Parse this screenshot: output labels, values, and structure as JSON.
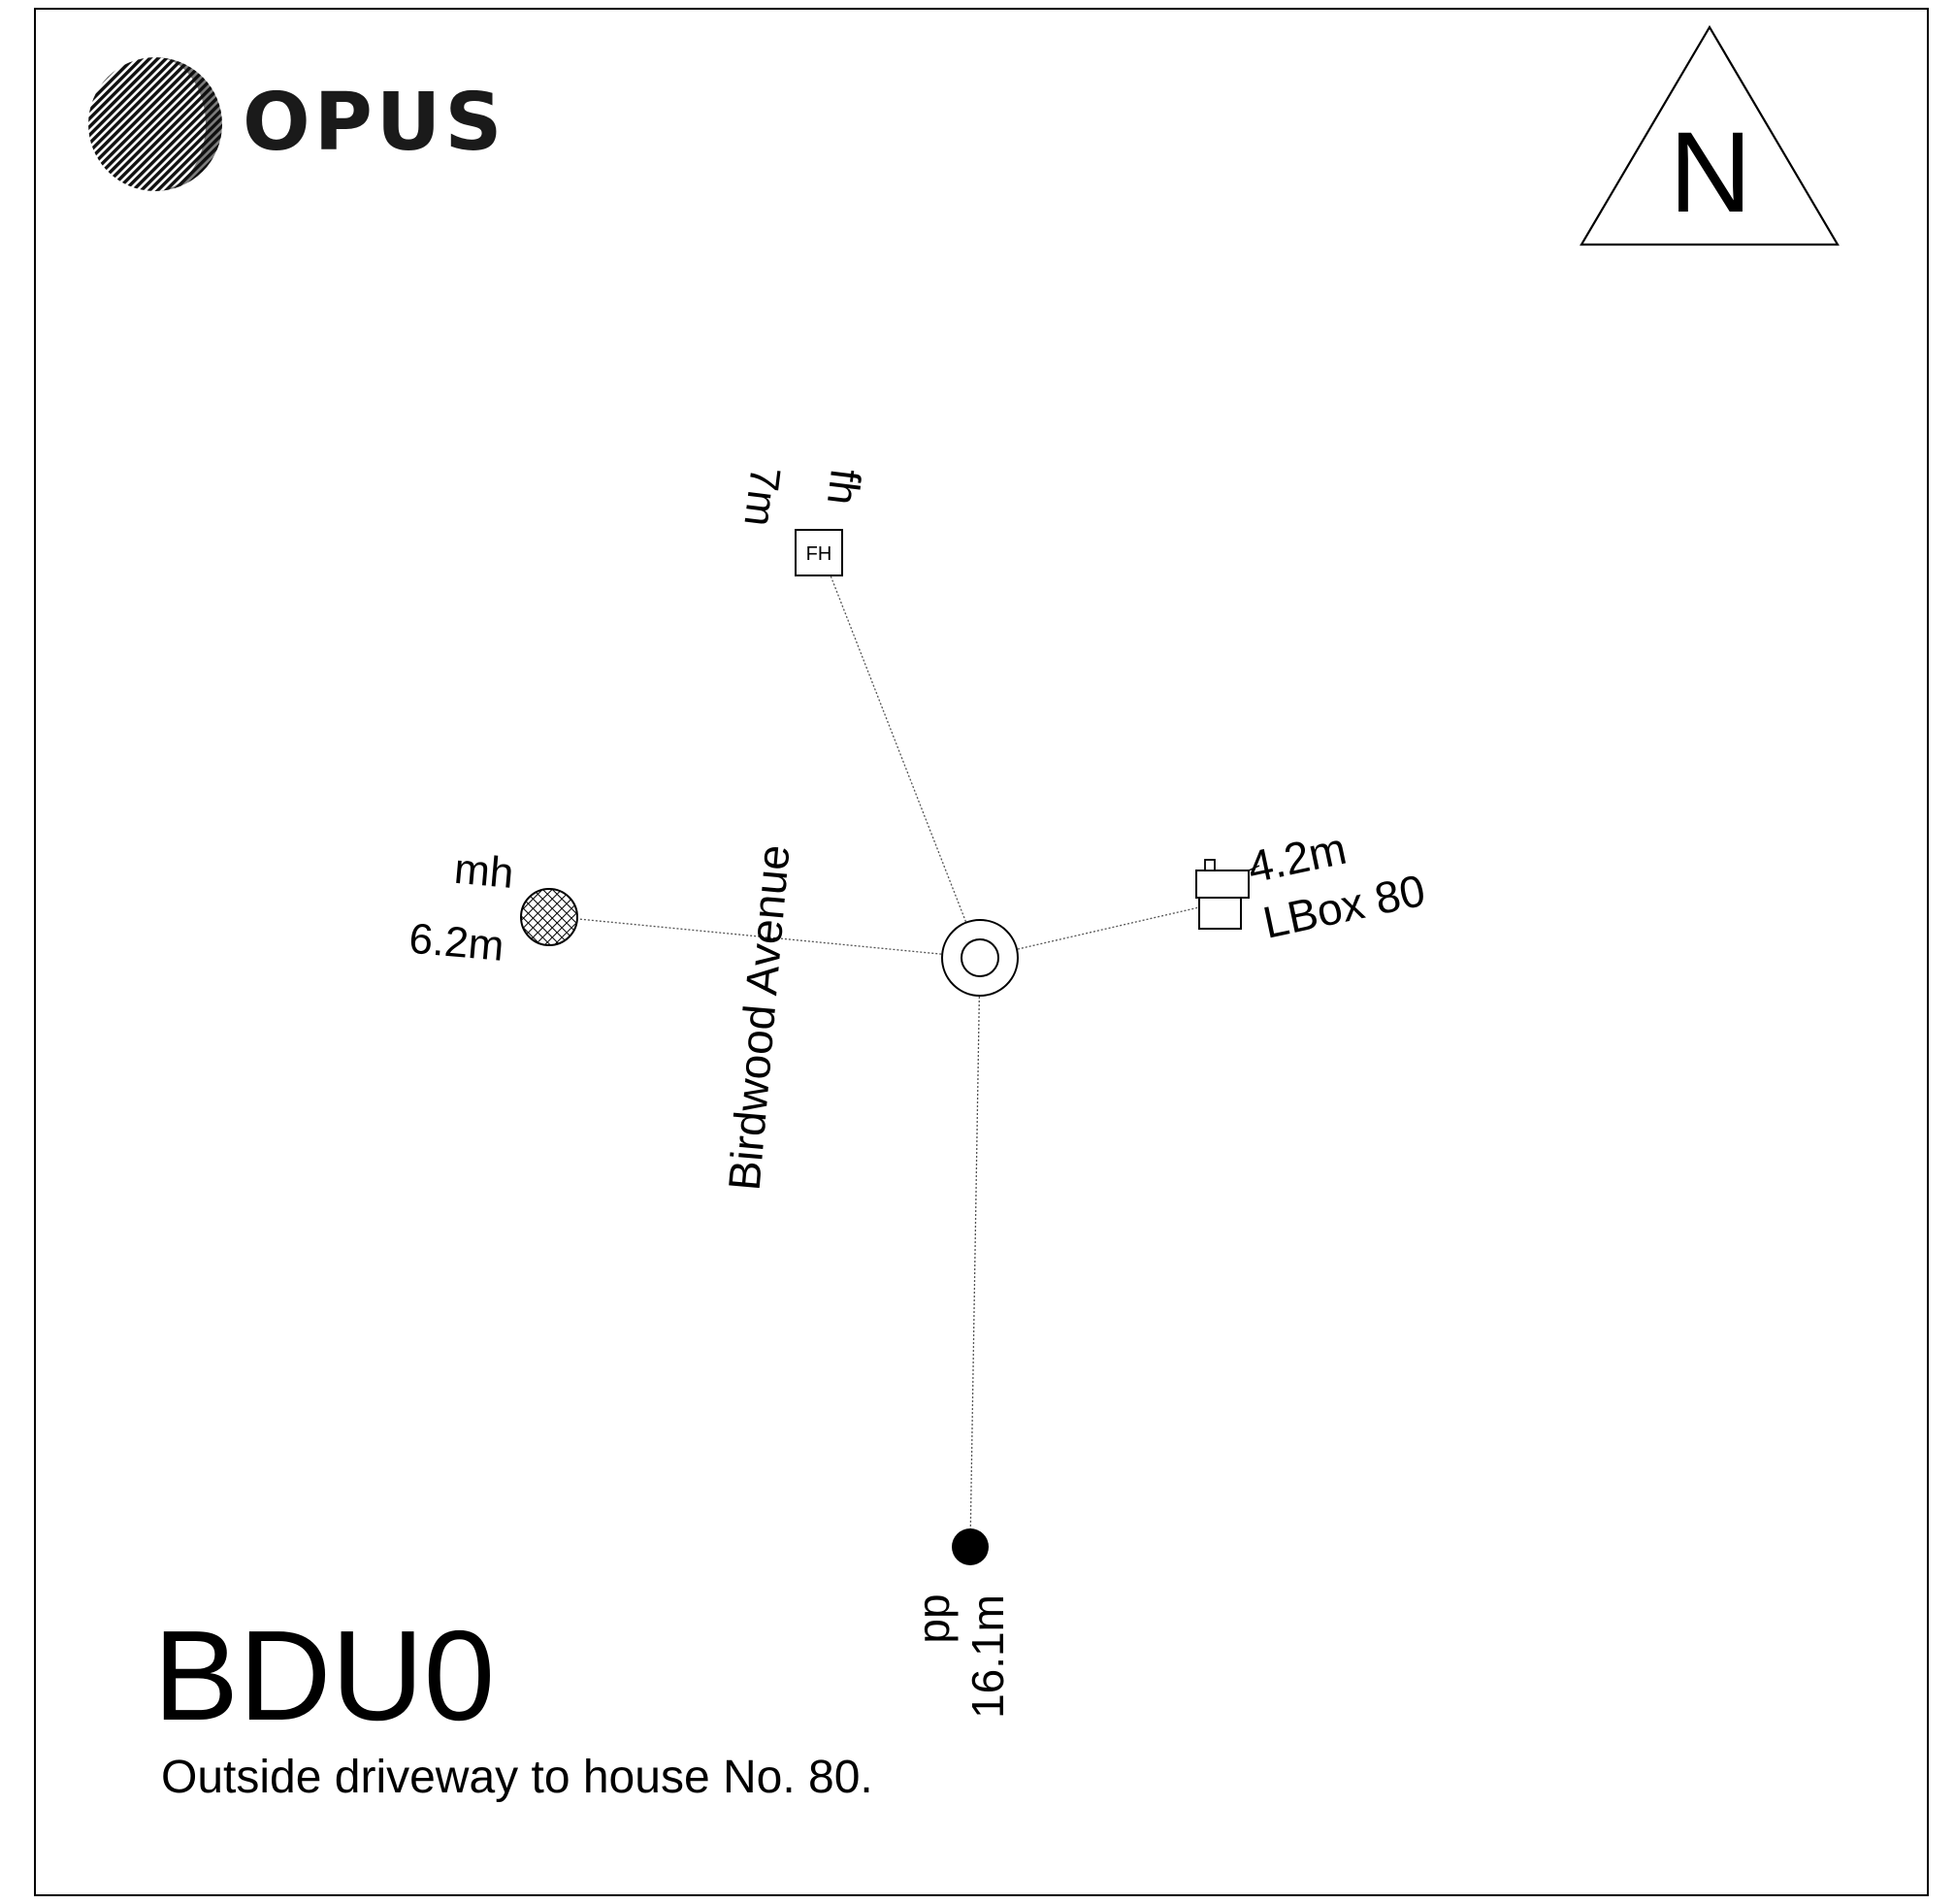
{
  "brand": {
    "name": "OPUS"
  },
  "compass": {
    "north_label": "N"
  },
  "street": {
    "name": "Birdwood Avenue"
  },
  "features": {
    "fire_hydrant": {
      "code": "fh",
      "distance": "7m",
      "symbol_text": "FH"
    },
    "manhole": {
      "code": "mh",
      "distance": "6.2m"
    },
    "letterbox": {
      "distance": "4.2m",
      "label": "LBox 80"
    },
    "power_pole": {
      "code": "pp",
      "distance": "16.1m"
    }
  },
  "mark": {
    "id": "BDU0",
    "description": "Outside driveway to house No. 80."
  }
}
